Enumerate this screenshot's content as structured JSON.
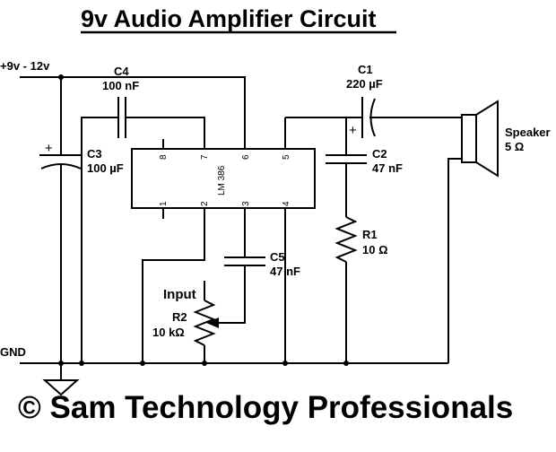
{
  "title": "9v Audio Amplifier Circuit",
  "copyright": "© Sam Technology Professionals",
  "supply_label": "+9v - 12v",
  "ground_label": "GND",
  "input_label": "Input",
  "ic": {
    "name": "LM 386",
    "pins_top": [
      "8",
      "7",
      "6",
      "5"
    ],
    "pins_bottom": [
      "1",
      "2",
      "3",
      "4"
    ]
  },
  "components": {
    "c1": {
      "name": "C1",
      "value": "220 µF"
    },
    "c2": {
      "name": "C2",
      "value": "47 nF"
    },
    "c3": {
      "name": "C3",
      "value": "100 µF"
    },
    "c4": {
      "name": "C4",
      "value": "100 nF"
    },
    "c5": {
      "name": "C5",
      "value": "47 nF"
    },
    "r1": {
      "name": "R1",
      "value": "10 Ω"
    },
    "r2": {
      "name": "R2",
      "value": "10 kΩ"
    },
    "speaker": {
      "name": "Speaker",
      "value": "5 Ω"
    }
  }
}
